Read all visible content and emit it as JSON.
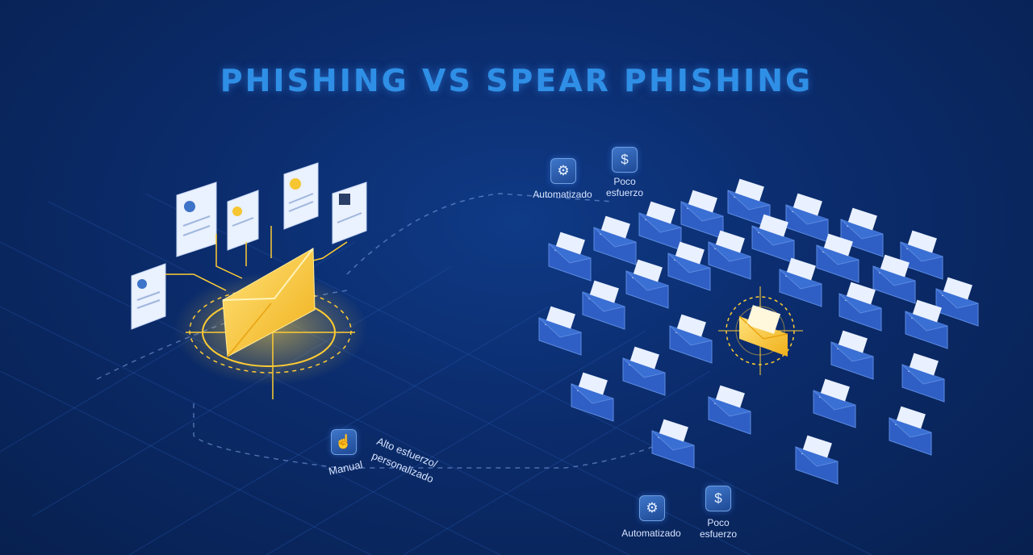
{
  "title": "PHISHING VS SPEAR PHISHING",
  "spear": {
    "manual_label": "Manual",
    "effort_line1": "Alto esfuerzo/",
    "effort_line2": "personalizado"
  },
  "phishing_top": {
    "auto_label": "Automatizado",
    "effort_line1": "Poco",
    "effort_line2": "esfuerzo"
  },
  "phishing_bottom": {
    "auto_label": "Automatizado",
    "effort_line1": "Poco",
    "effort_line2": "esfuerzo"
  },
  "icons": {
    "manual": "hand-pointer-icon",
    "automated": "gear-icon",
    "low_effort": "hand-coin-icon",
    "envelope": "envelope-icon",
    "profile": "profile-document-icon"
  },
  "colors": {
    "background": "#0b2b6b",
    "title": "#2f8fe6",
    "spear_envelope": "#f5c631",
    "target_ring": "#ffcc33",
    "phishing_envelope": "#2f5fc4"
  }
}
